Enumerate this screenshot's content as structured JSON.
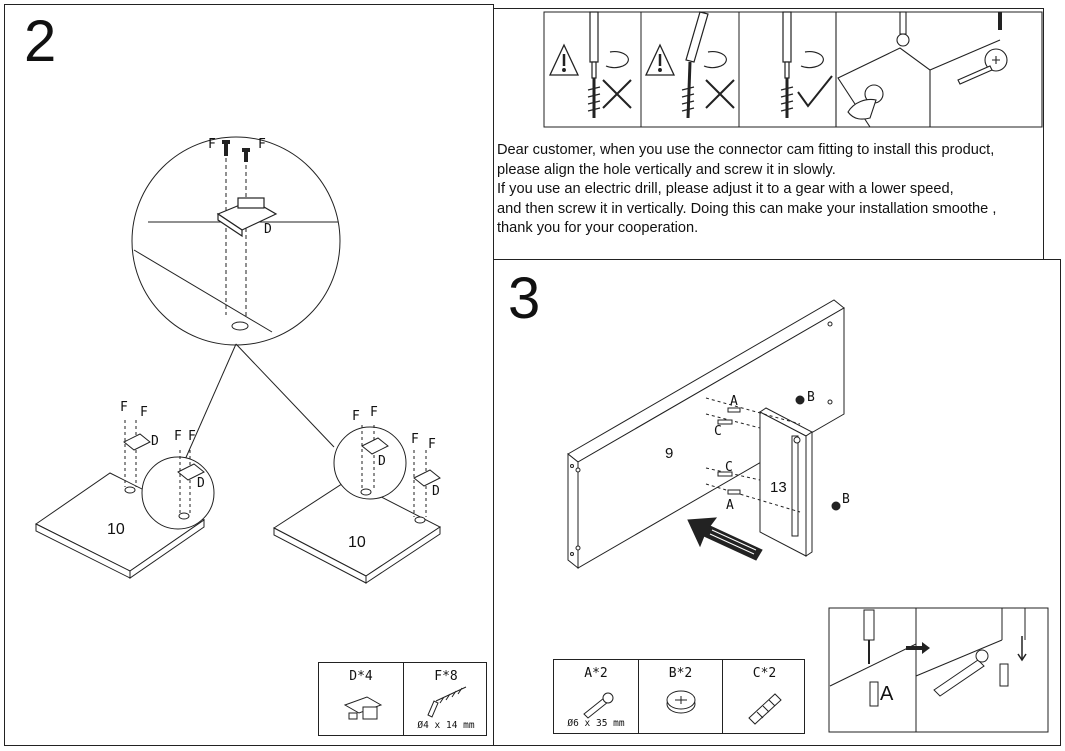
{
  "step2": {
    "number": "2"
  },
  "step3": {
    "number": "3"
  },
  "notice": {
    "lines": [
      "Dear customer, when you use the connector cam fitting to install this product,",
      " please align the hole vertically and screw it in slowly.",
      "If you use an electric drill, please adjust it to a gear with a lower speed,",
      "and then screw it in vertically. Doing this can make your installation smoothe ,",
      "thank you for your cooperation."
    ]
  },
  "step2_labels": {
    "zoom_f1": "F",
    "zoom_f2": "F",
    "zoom_d": "D",
    "left_f1": "F",
    "left_f2": "F",
    "left_d1": "D",
    "left_f3": "F",
    "left_f4": "F",
    "left_d2": "D",
    "right_f1": "F",
    "right_f2": "F",
    "right_d1": "D",
    "right_f3": "F",
    "right_f4": "F",
    "right_d2": "D",
    "panel_left": "10",
    "panel_right": "10"
  },
  "step3_labels": {
    "panel_9": "9",
    "panel_13": "13",
    "a_top": "A",
    "c_top": "C",
    "b_top": "B",
    "c_bottom": "C",
    "a_bottom": "A",
    "b_bottom": "B",
    "inset_a": "A"
  },
  "parts_step2": [
    {
      "label": "D*4",
      "spec": "",
      "icon": "hinge-icon"
    },
    {
      "label": "F*8",
      "spec": "Ø4 x 14 mm",
      "icon": "screw-icon"
    }
  ],
  "parts_step3": [
    {
      "label": "A*2",
      "spec": "Ø6 x 35 mm",
      "icon": "cam-bolt-icon"
    },
    {
      "label": "B*2",
      "spec": "",
      "icon": "cam-lock-icon"
    },
    {
      "label": "C*2",
      "spec": "",
      "icon": "wood-dowel-icon"
    }
  ]
}
